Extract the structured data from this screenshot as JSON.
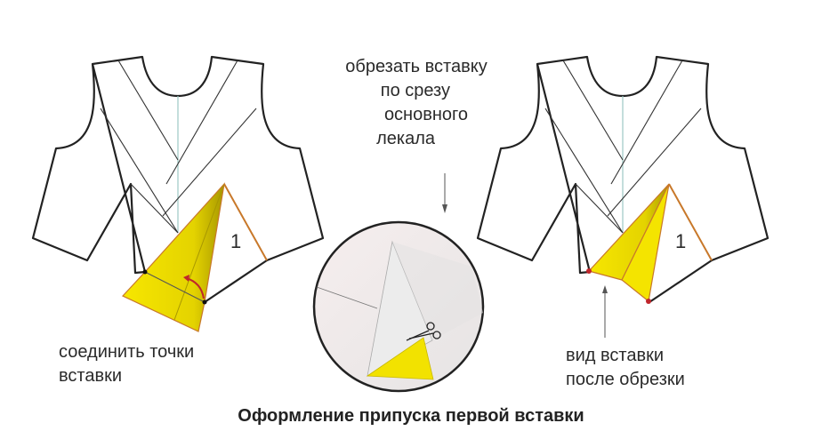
{
  "top_note": [
    "обрезать вставку",
    "по срезу",
    "основного",
    "лекала"
  ],
  "left_caption": [
    "соединить точки",
    "вставки"
  ],
  "right_caption": [
    "вид вставки",
    "после обрезки"
  ],
  "insert_label": "1",
  "title": "Оформление припуска первой вставки",
  "colors": {
    "insert": "#f2e200",
    "insert_shade": "#c9b800",
    "edge": "#c8782a",
    "dot": "#c0262b",
    "outline": "#222222",
    "center_line": "#9cc9c4"
  }
}
